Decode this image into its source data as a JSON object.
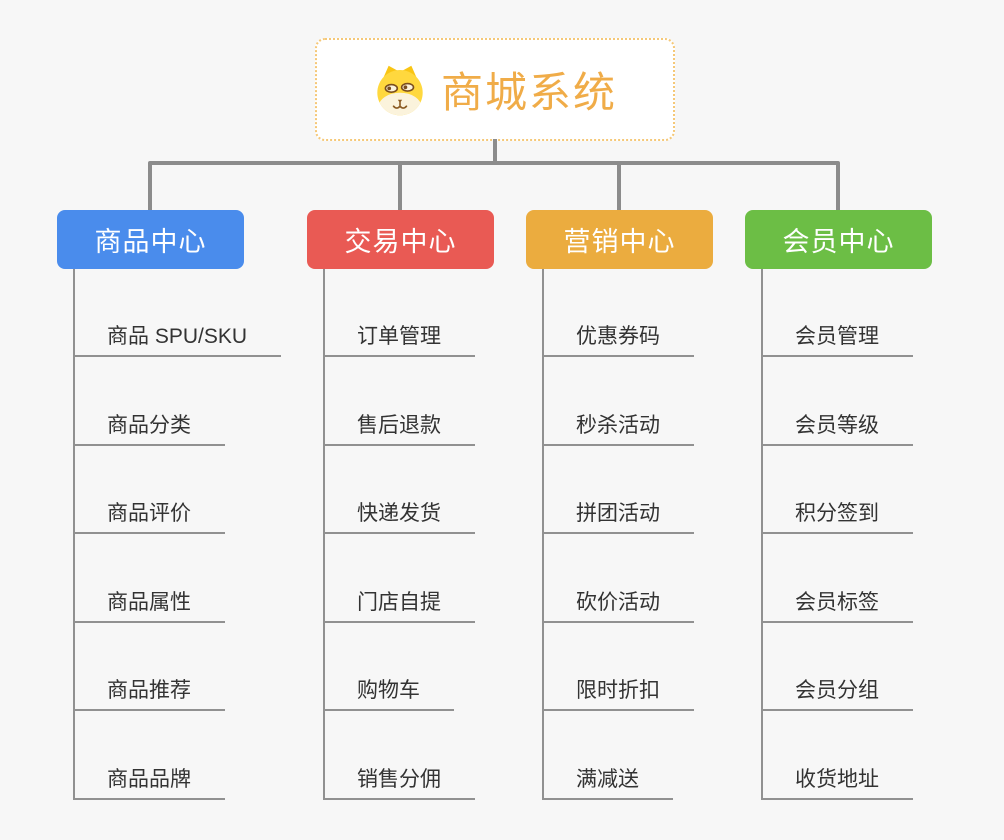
{
  "root": {
    "title": "商城系统",
    "icon": "doge-icon"
  },
  "branches": [
    {
      "label": "商品中心",
      "color": "#4A8CEC",
      "items": [
        "商品 SPU/SKU",
        "商品分类",
        "商品评价",
        "商品属性",
        "商品推荐",
        "商品品牌"
      ]
    },
    {
      "label": "交易中心",
      "color": "#E95A54",
      "items": [
        "订单管理",
        "售后退款",
        "快递发货",
        "门店自提",
        "购物车",
        "销售分佣"
      ]
    },
    {
      "label": "营销中心",
      "color": "#EBAC3F",
      "items": [
        "优惠券码",
        "秒杀活动",
        "拼团活动",
        "砍价活动",
        "限时折扣",
        "满减送"
      ]
    },
    {
      "label": "会员中心",
      "color": "#6CBE45",
      "items": [
        "会员管理",
        "会员等级",
        "积分签到",
        "会员标签",
        "会员分组",
        "收货地址"
      ]
    }
  ],
  "colors": {
    "background": "#F7F7F7",
    "connector": "#8C8C8C",
    "leaf_line": "#919191",
    "leaf_text": "#333333",
    "root_border": "#F5C878",
    "root_text": "#F0AC48"
  }
}
